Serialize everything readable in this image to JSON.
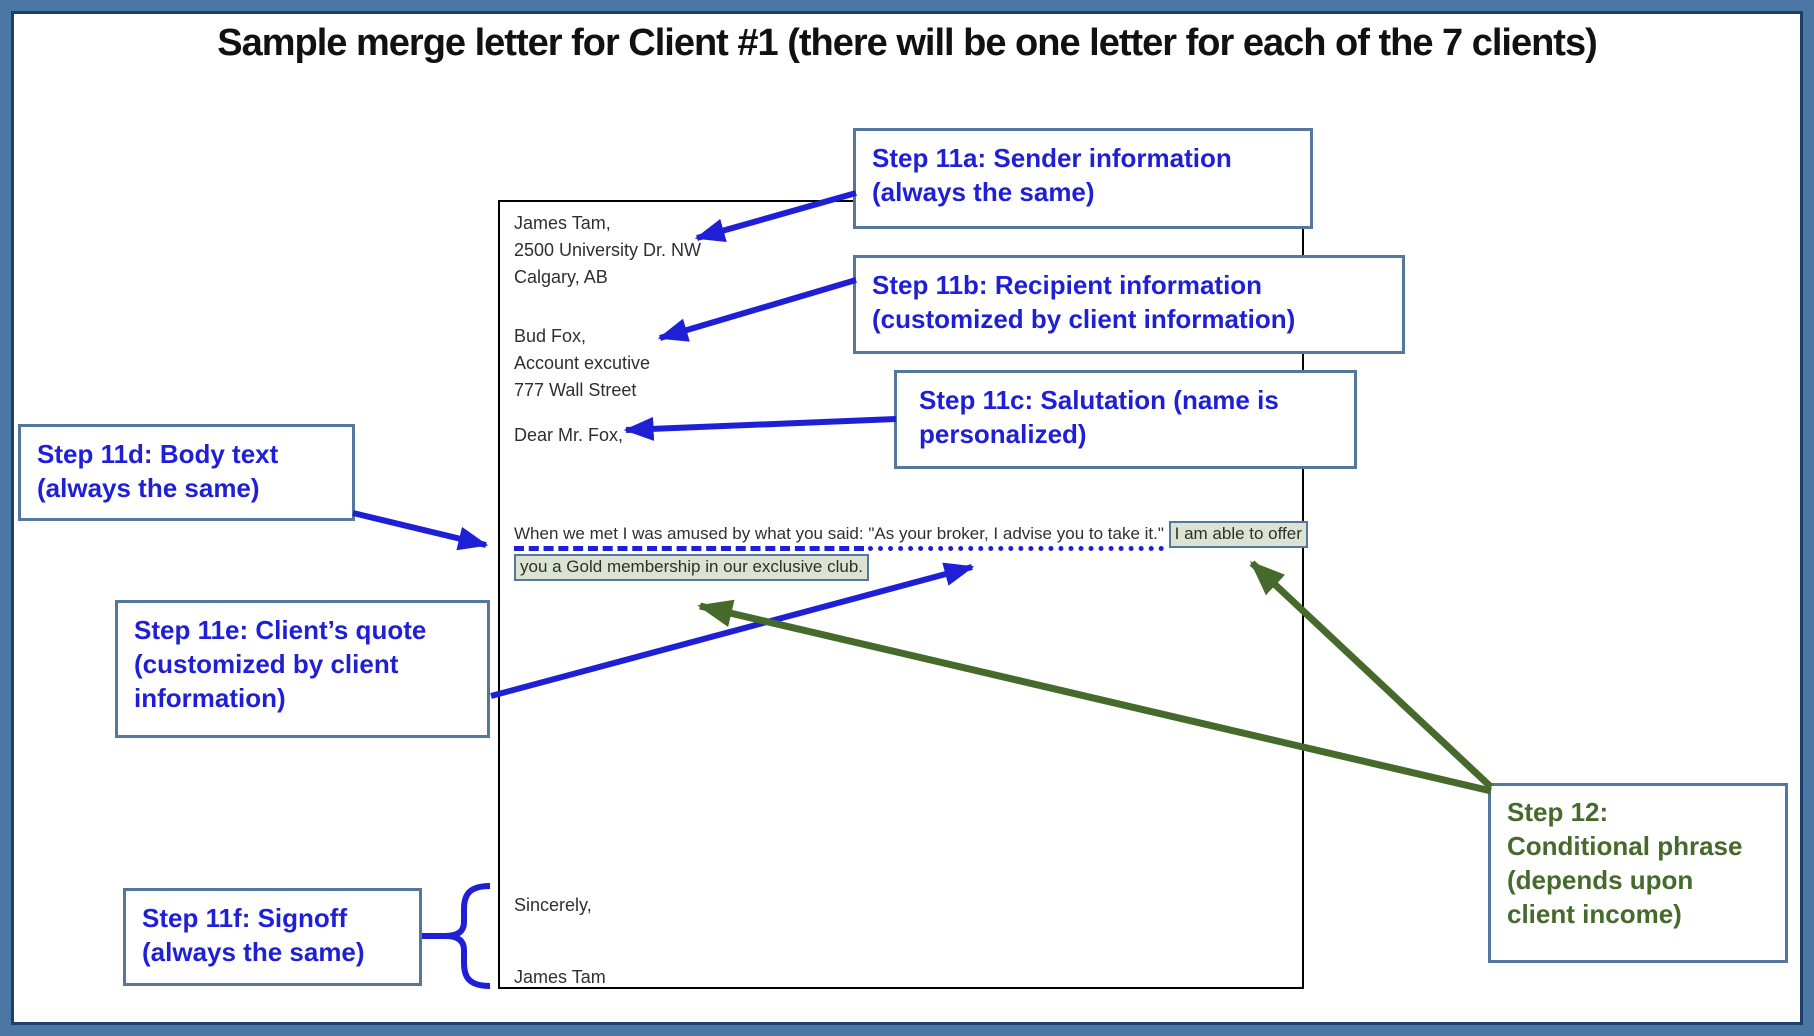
{
  "title": "Sample merge letter for Client #1 (there will be one letter for each of the 7 clients)",
  "letter": {
    "sender": [
      "James Tam,",
      "2500 University Dr. NW",
      "Calgary, AB"
    ],
    "recipient": [
      "Bud Fox,",
      "Account excutive",
      "777 Wall Street"
    ],
    "salutation": "Dear Mr. Fox,",
    "body": {
      "intro": "When we met I was amused by what you said:",
      "quote": "\"As your broker, I advise you to take it.\"",
      "conditional_line1": "I am able to offer",
      "conditional_line2": "you a Gold membership in our exclusive club."
    },
    "signoff": [
      "Sincerely,",
      "James Tam"
    ]
  },
  "callouts": {
    "step11a": {
      "lines": [
        "Step 11a: Sender information",
        "(always the same)"
      ]
    },
    "step11b": {
      "lines": [
        "Step 11b: Recipient information",
        "(customized by client information)"
      ]
    },
    "step11c": {
      "lines": [
        "Step 11c: Salutation (name is",
        "personalized)"
      ]
    },
    "step11d": {
      "lines": [
        "Step 11d: Body text",
        "(always the same)"
      ]
    },
    "step11e": {
      "lines": [
        "Step 11e: Client’s quote",
        "(customized by client",
        "information)"
      ]
    },
    "step11f": {
      "lines": [
        "Step 11f: Signoff",
        "(always the same)"
      ]
    },
    "step12": {
      "lines": [
        "Step 12:",
        "Conditional phrase",
        "(depends upon",
        "client income)"
      ]
    }
  },
  "colors": {
    "accent-blue": "#1f1fd6",
    "accent-green": "#456a2b",
    "box-border": "#54779b",
    "frame-outer": "#4a77a4",
    "frame-inner": "#20406b",
    "highlight-bg": "#dbe4d3",
    "text-dark": "#2f2f2f"
  }
}
